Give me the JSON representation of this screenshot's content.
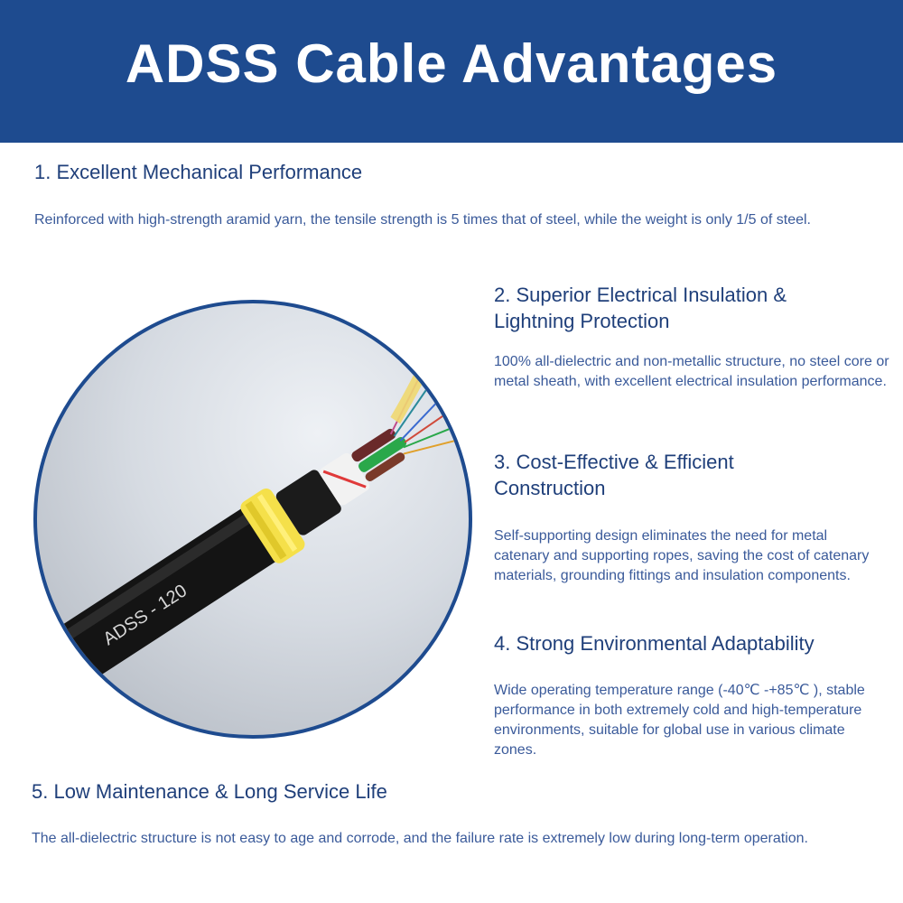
{
  "header": {
    "title": "ADSS Cable Advantages"
  },
  "sections": [
    {
      "heading": "1. Excellent Mechanical Performance",
      "text": "Reinforced with high-strength aramid yarn, the tensile strength is 5 times that of steel, while the weight is only 1/5 of steel."
    },
    {
      "heading_line1": "2. Superior Electrical Insulation &",
      "heading_line2": "Lightning Protection",
      "text": "100% all-dielectric and non-metallic structure, no steel core or metal sheath, with excellent electrical insulation performance."
    },
    {
      "heading_line1": "3. Cost-Effective & Efficient",
      "heading_line2": "Construction",
      "text": "Self-supporting design eliminates the need for metal catenary and supporting ropes, saving the cost of catenary materials, grounding fittings and insulation components."
    },
    {
      "heading": "4. Strong Environmental Adaptability",
      "text": "Wide operating temperature range (-40℃ -+85℃ ), stable performance in both extremely cold and high-temperature environments, suitable for global use in various climate zones."
    },
    {
      "heading": "5. Low Maintenance & Long Service Life",
      "text": "The all-dielectric structure is not easy to age and corrode, and the failure rate is extremely low during long-term operation."
    }
  ],
  "photo": {
    "cable_print": "ADSS - 120"
  },
  "colors": {
    "header_bg": "#1e4b8f",
    "heading_text": "#1f3f7a",
    "body_text": "#3a5a9a",
    "ring": "#1e4b8f"
  }
}
